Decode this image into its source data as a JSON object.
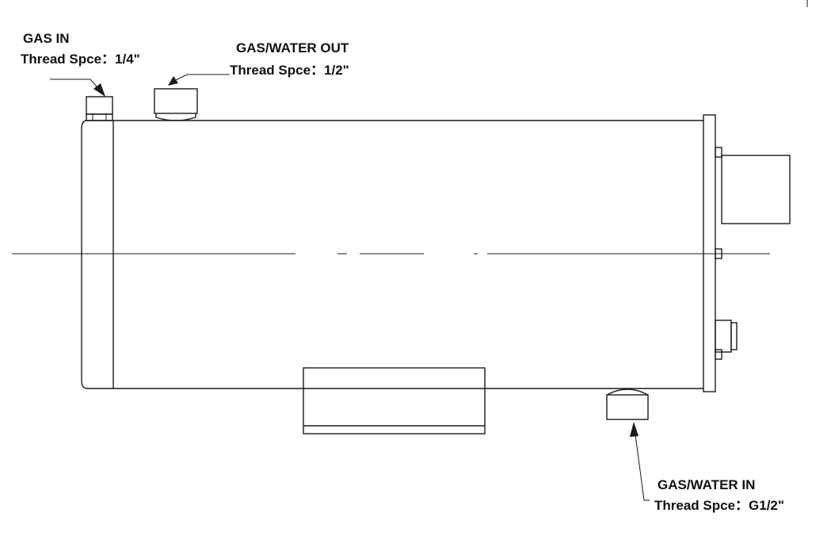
{
  "labels": {
    "gas_in": {
      "title": "GAS IN",
      "spec": "Thread Spce：1/4\""
    },
    "gas_water_out": {
      "title": "GAS/WATER OUT",
      "spec": "Thread Spce：1/2\""
    },
    "gas_water_in": {
      "title": "GAS/WATER IN",
      "spec": "Thread Spce：G1/2\""
    }
  },
  "colors": {
    "line": "#1a1a1a",
    "background": "#ffffff"
  }
}
